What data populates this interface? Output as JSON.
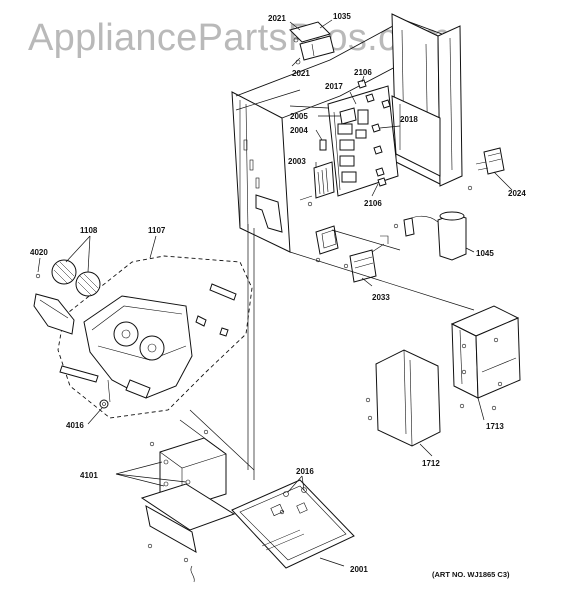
{
  "watermark": "AppliancePartsPros.com",
  "art_number": "(ART NO. WJ1865 C3)",
  "callouts": {
    "c2021a": "2021",
    "c1035": "1035",
    "c2021b": "2021",
    "c2106a": "2106",
    "c2017": "2017",
    "c2005": "2005",
    "c2004": "2004",
    "c2018": "2018",
    "c2003": "2003",
    "c2106b": "2106",
    "c2024": "2024",
    "c1108": "1108",
    "c1107": "1107",
    "c4020": "4020",
    "c1045": "1045",
    "c2033": "2033",
    "c4016": "4016",
    "c1713": "1713",
    "c1712": "1712",
    "c4101": "4101",
    "c2016": "2016",
    "c2001": "2001"
  }
}
